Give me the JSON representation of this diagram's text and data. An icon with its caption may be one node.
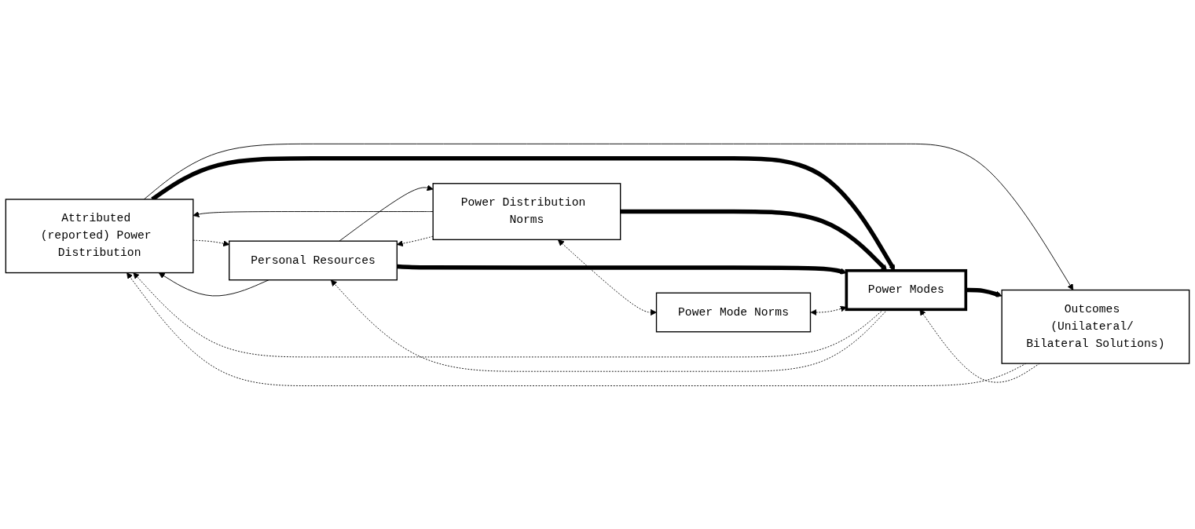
{
  "diagram": {
    "nodes": [
      {
        "text": [
          "Attributed (reported) Power Distribution"
        ]
      },
      {
        "text": [
          "Personal Resources"
        ]
      },
      {
        "text": [
          "Power Distribution Norms"
        ]
      },
      {
        "text": [
          "Outcomes (Unilateral/ Bilateral Solutions)"
        ]
      },
      {
        "text": [
          "Power Modes"
        ]
      },
      {
        "text": [
          "Power Mode Norms"
        ]
      }
    ],
    "edges": [
      {
        "from": 0,
        "to": 1,
        "arrow": "to",
        "style": "dashed"
      },
      {
        "from": 1,
        "to": 0,
        "arrow": "to"
      },
      {
        "from": 2,
        "to": 0,
        "arrow": "to"
      },
      {
        "from": 0,
        "to": 3,
        "arrow": "to"
      },
      {
        "from": 3,
        "to": 0,
        "arrow": "to",
        "style": "dashed"
      },
      {
        "from": 1,
        "to": 2,
        "arrow": "to"
      },
      {
        "from": 2,
        "to": 1,
        "arrow": "to",
        "style": "dashed"
      },
      {
        "from": 0,
        "to": 4,
        "arrow": "to",
        "style": "thick"
      },
      {
        "from": 4,
        "to": 0,
        "arrow": "to",
        "style": "dashed"
      },
      {
        "from": 2,
        "to": 4,
        "arrow": "to",
        "style": "thick"
      },
      {
        "from": 1,
        "to": 4,
        "arrow": "to",
        "style": "thick"
      },
      {
        "from": 4,
        "to": 1,
        "arrow": "to",
        "style": "dashed"
      },
      {
        "from": 2,
        "to": 5,
        "arrow": "both",
        "style": "dashed"
      },
      {
        "from": 4,
        "to": 3,
        "arrow": "to",
        "style": "thick"
      },
      {
        "from": 3,
        "to": 4,
        "arrow": "to",
        "style": "dashed"
      },
      {
        "from": 5,
        "to": 4,
        "arrow": "both",
        "style": "dashed"
      }
    ]
  }
}
